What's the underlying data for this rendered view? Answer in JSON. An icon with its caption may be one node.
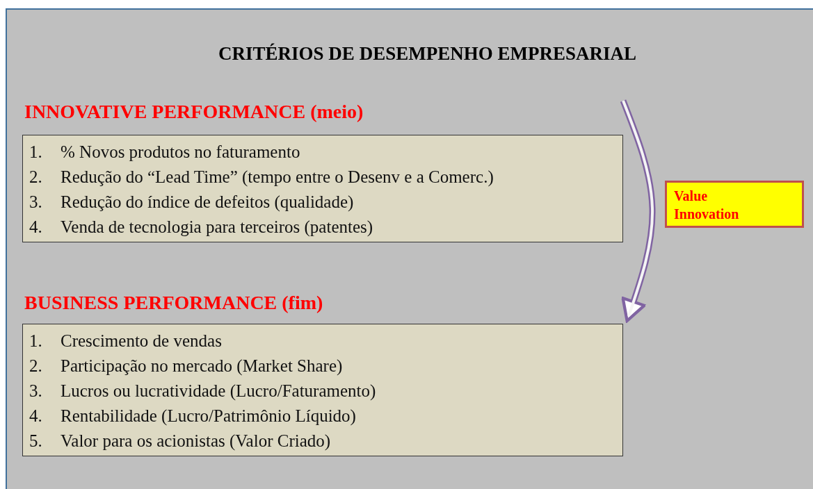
{
  "diagram": {
    "title": "CRITÉRIOS DE DESEMPENHO EMPRESARIAL",
    "nodes": [
      {
        "text": [
          "INNOVATIVE PERFORMANCE (meio)",
          "1. % Novos produtos no faturamento",
          "2. Redução do “Lead Time” (tempo entre o Desenv e a Comerc.)",
          "3. Redução do índice de defeitos (qualidade)",
          "4. Venda de tecnologia para terceiros (patentes)"
        ]
      },
      {
        "text": [
          "BUSINESS PERFORMANCE (fim)",
          "1. Crescimento de vendas",
          "2. Participação no mercado (Market Share)",
          "3. Lucros ou lucratividade (Lucro/Faturamento)",
          "4. Rentabilidade (Lucro/Patrimônio Líquido)",
          "5. Valor para os acionistas (Valor Criado)"
        ]
      },
      {
        "text": [
          "Value Innovation"
        ]
      }
    ],
    "edges": [
      {
        "from": 0,
        "to": 1,
        "arrow": "to",
        "color": "#8064a2"
      }
    ]
  }
}
